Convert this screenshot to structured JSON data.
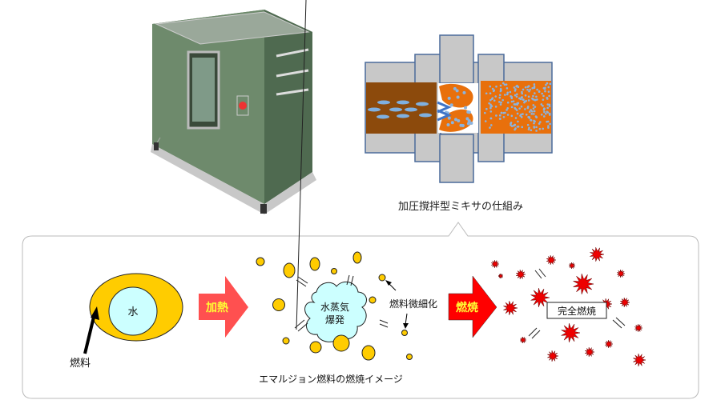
{
  "mixer": {
    "caption": "加圧撹拌型ミキサの仕組み"
  },
  "emulsion": {
    "water_label": "水",
    "fuel_label": "燃料",
    "heat_label": "加熱",
    "steam_label_line1": "水蒸気",
    "steam_label_line2": "爆発",
    "atomize_label": "燃料微細化",
    "caption": "エマルジョン燃料の燃焼イメージ",
    "burn_label": "燃焼",
    "complete_label": "完全燃焼"
  },
  "colors": {
    "fuel": "#ffcc00",
    "water": "#ccffff",
    "arrow_heat": "#ff5050",
    "arrow_burn": "#ff0000",
    "flame": "#ee0000",
    "label_yellow": "#ffff33"
  }
}
